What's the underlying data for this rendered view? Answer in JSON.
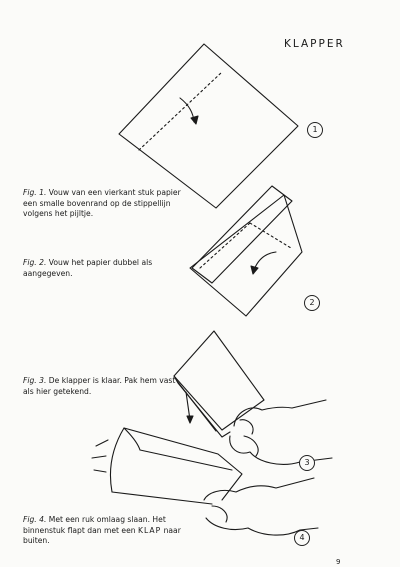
{
  "title": "KLAPPER",
  "figures": [
    {
      "num": "1",
      "fig_label": "Fig. 1.",
      "text": "Vouw van een vierkant stuk papier een smalle bovenrand op de stippellijn volgens het pijltje."
    },
    {
      "num": "2",
      "fig_label": "Fig. 2.",
      "text": "Vouw het papier dubbel als aangegeven."
    },
    {
      "num": "3",
      "fig_label": "Fig. 3.",
      "text": "De klapper is klaar. Pak hem vast als hier getekend."
    },
    {
      "num": "4",
      "fig_label": "Fig. 4.",
      "text_before": "Met een ruk omlaag slaan. Het binnenstuk flapt dan met een",
      "text_emph": "KLAP",
      "text_after": "naar buiten."
    }
  ],
  "page_number": "9"
}
